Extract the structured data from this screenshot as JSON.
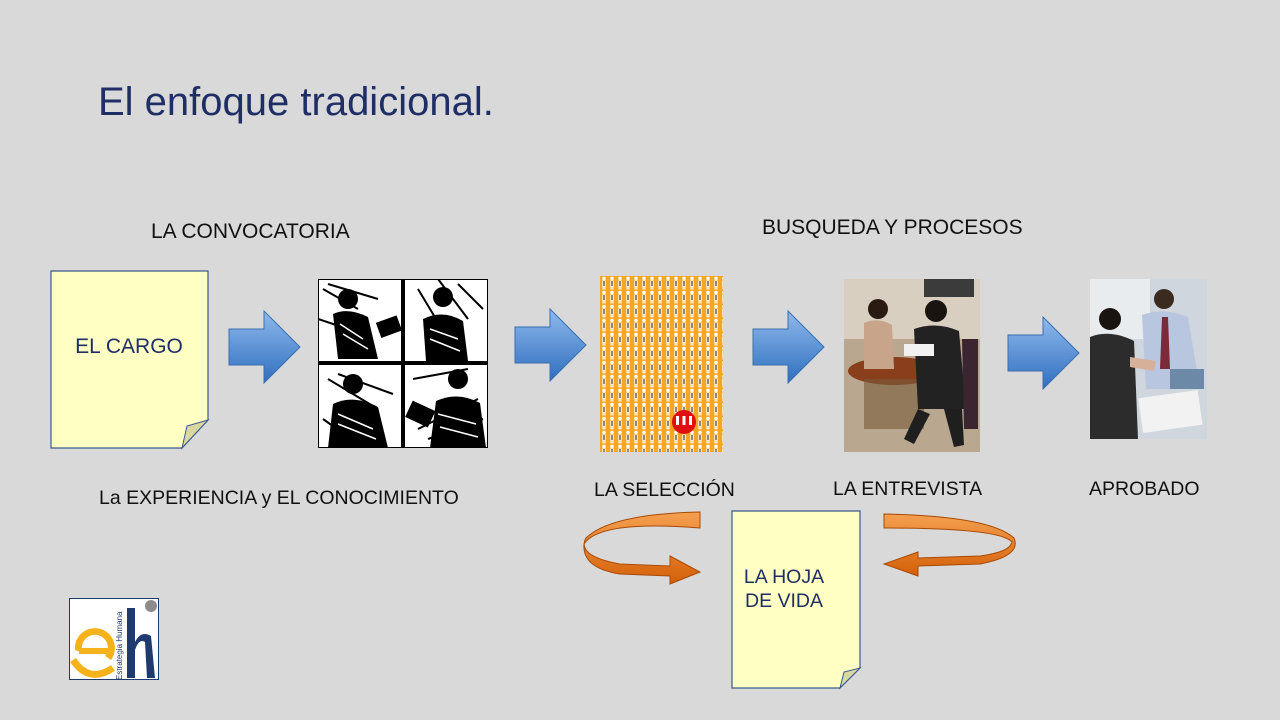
{
  "slide": {
    "title": "El enfoque tradicional.",
    "heading_left": "LA CONVOCATORIA",
    "heading_right": "BUSQUEDA Y PROCESOS",
    "note_cargo": "EL CARGO",
    "note_hoja_line1": "LA HOJA",
    "note_hoja_line2": "DE VIDA",
    "label_experiencia": "La EXPERIENCIA y EL CONOCIMIENTO",
    "label_seleccion": "LA SELECCIÓN",
    "label_entrevista": "LA ENTREVISTA",
    "label_aprobado": "APROBADO",
    "logo_text": "Estrategia Humana"
  },
  "colors": {
    "title": "#1f2f66",
    "note_fill": "#ffffc4",
    "note_border": "#3a5a8c",
    "arrow_blue": "#4f8fd6",
    "arrow_orange": "#e36c0a",
    "people_bg": "#f5a623",
    "logo_yellow": "#f5b21a",
    "logo_navy": "#1f3a6e"
  },
  "icons": {
    "convocatoria": "people-working-woodcut-image",
    "seleccion": "crowd-selection-image",
    "entrevista": "interview-photo-image",
    "aprobado": "handshake-photo-image",
    "logo": "eh-logo-icon"
  }
}
